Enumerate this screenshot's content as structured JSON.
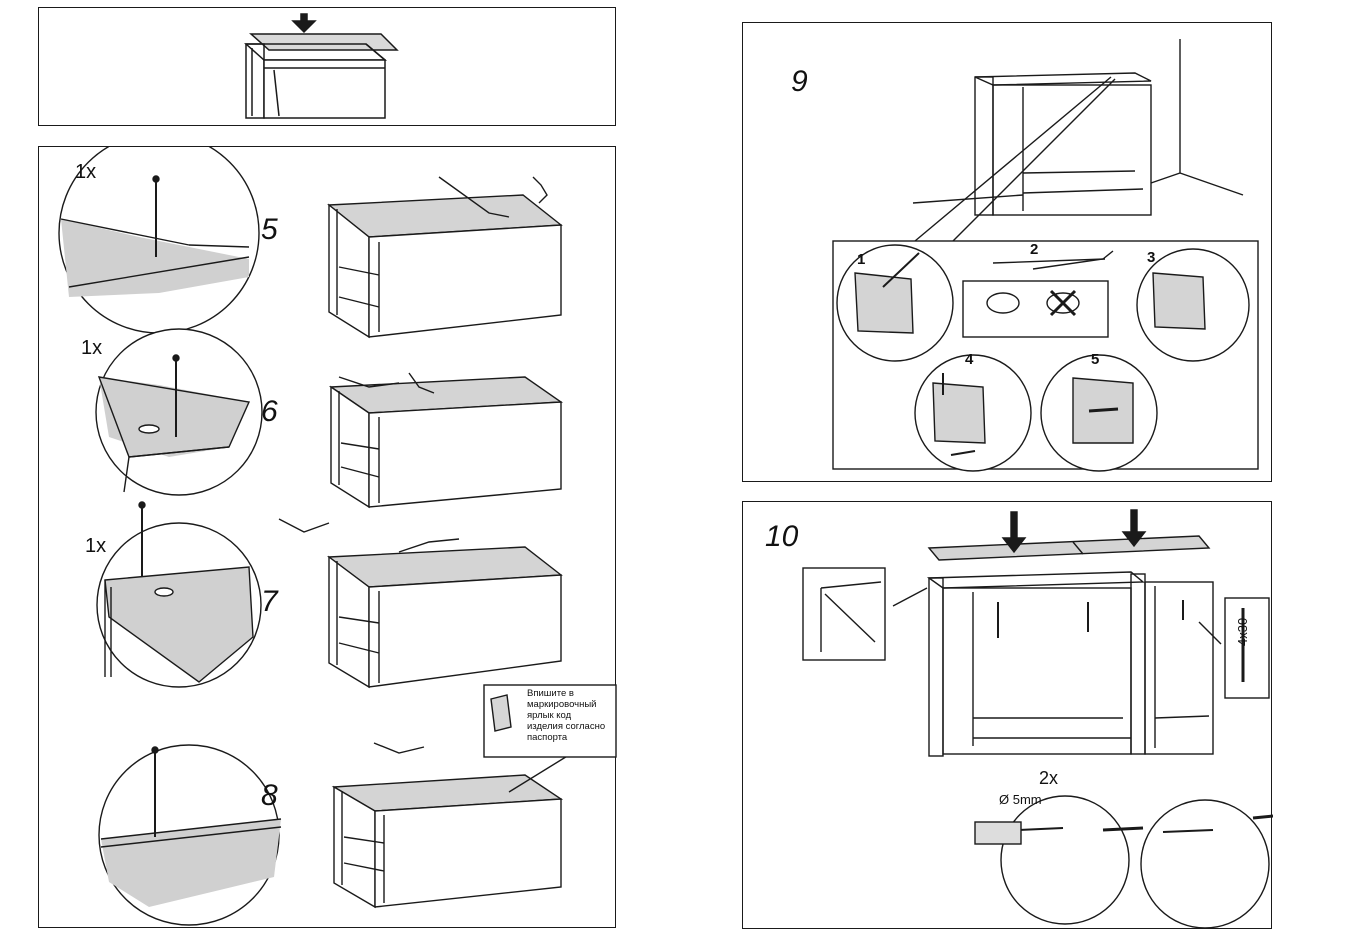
{
  "corner_text": "",
  "steps": {
    "s5": "5",
    "s6": "6",
    "s7": "7",
    "s8": "8",
    "s9": "9",
    "s10": "10"
  },
  "qty": {
    "s5": "1x",
    "s6": "1x",
    "s7": "1x",
    "s10": "2x"
  },
  "substeps": {
    "a": "1",
    "b": "2",
    "c": "3",
    "d": "4",
    "e": "5"
  },
  "label_note": [
    "Впишите в",
    "маркировочный",
    "ярлык код",
    "изделия согласно",
    "паспорта"
  ],
  "screw_size": "4x30",
  "drill_size": "Ø 5mm",
  "colors": {
    "line": "#1a1a1a",
    "panel_fill": "#d4d4d4",
    "background": "#ffffff"
  }
}
